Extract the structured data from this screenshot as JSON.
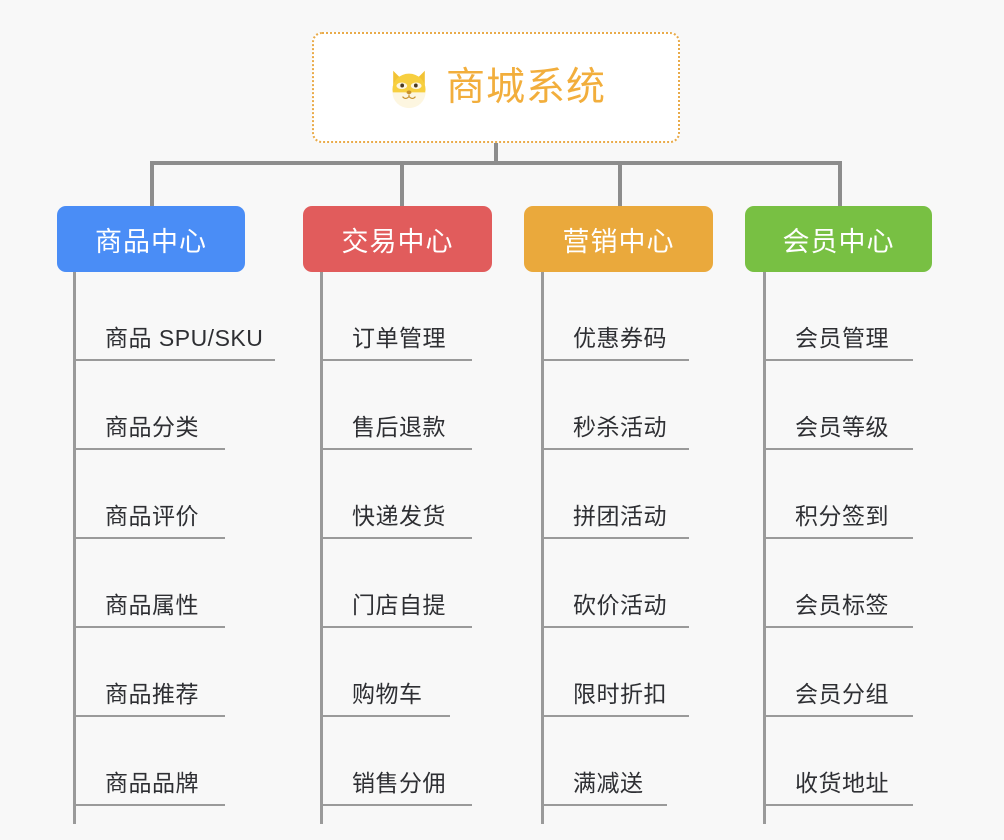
{
  "background_color": "#f8f8f8",
  "root": {
    "title": "商城系统",
    "icon": "dog-face-emoji",
    "text_color": "#f2ae3c",
    "border_color": "#e9ab4a",
    "background_color": "#ffffff"
  },
  "connector_color": "#8d8d8d",
  "branches": [
    {
      "title": "商品中心",
      "color": "#4a8df6",
      "items": [
        "商品 SPU/SKU",
        "商品分类",
        "商品评价",
        "商品属性",
        "商品推荐",
        "商品品牌"
      ]
    },
    {
      "title": "交易中心",
      "color": "#e15c5c",
      "items": [
        "订单管理",
        "售后退款",
        "快递发货",
        "门店自提",
        "购物车",
        "销售分佣"
      ]
    },
    {
      "title": "营销中心",
      "color": "#eaa93c",
      "items": [
        "优惠券码",
        "秒杀活动",
        "拼团活动",
        "砍价活动",
        "限时折扣",
        "满减送"
      ]
    },
    {
      "title": "会员中心",
      "color": "#78c043",
      "items": [
        "会员管理",
        "会员等级",
        "积分签到",
        "会员标签",
        "会员分组",
        "收货地址"
      ]
    }
  ],
  "layout": {
    "branch_x": [
      57,
      303,
      524,
      745
    ],
    "branch_width": [
      188,
      189,
      189,
      187
    ],
    "spine_x": [
      73,
      320,
      541,
      763
    ],
    "drop_x": [
      150,
      400,
      618,
      838
    ]
  }
}
